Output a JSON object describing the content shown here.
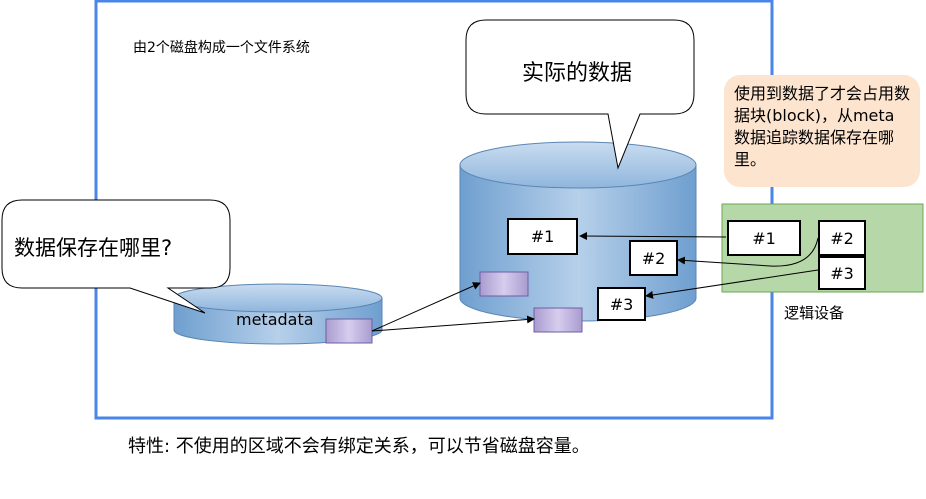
{
  "frame_title": "由2个磁盘构成一个文件系统",
  "bubble_data": "实际的数据",
  "bubble_where": "数据保存在哪里?",
  "metadata_label": "metadata",
  "note_text": "使用到数据了才会占用数据块(block)，从meta数据追踪数据保存在哪里。",
  "logical_label": "逻辑设备",
  "disk_blocks": [
    "#1",
    "#2",
    "#3"
  ],
  "logical_blocks": [
    "#1",
    "#2",
    "#3"
  ],
  "footer_text": "特性: 不使用的区域不会有绑定关系，可以节省磁盘容量。",
  "colors": {
    "frame": "#4a86e8",
    "cylinder": "#7fadd8",
    "metadata_block": "#b4a7d6",
    "logical_device": "#b6d7a8",
    "note": "#fde4cf"
  }
}
